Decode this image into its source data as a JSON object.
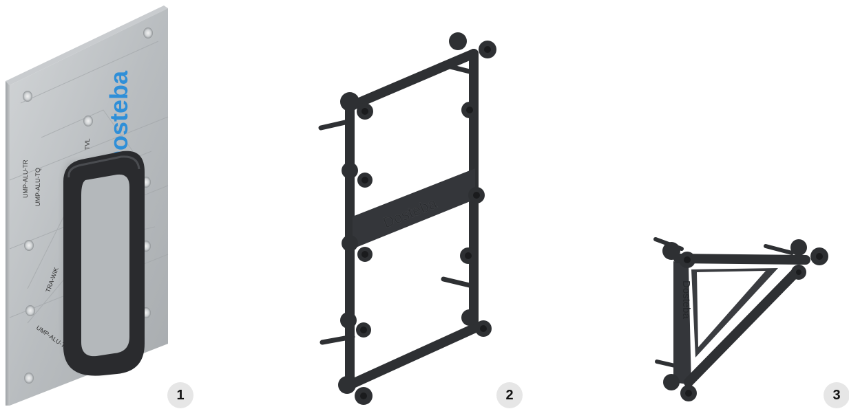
{
  "products": [
    {
      "number": "1",
      "brand_text": "Dosteba",
      "plate_labels": [
        "UMP-ALU-TR",
        "UMP-ALU-TQ",
        "TVL",
        "TRA-WIK",
        "UMP-ALU-TZ"
      ]
    },
    {
      "number": "2",
      "brand_text": "Dosteba"
    },
    {
      "number": "3",
      "brand_text": "Dosteba"
    }
  ],
  "colors": {
    "plate": "#b8bcbf",
    "handle": "#2a2b2e",
    "frame": "#2e3033",
    "brand_blue": "#2f8fd8",
    "badge_bg": "#e6e6e6"
  }
}
